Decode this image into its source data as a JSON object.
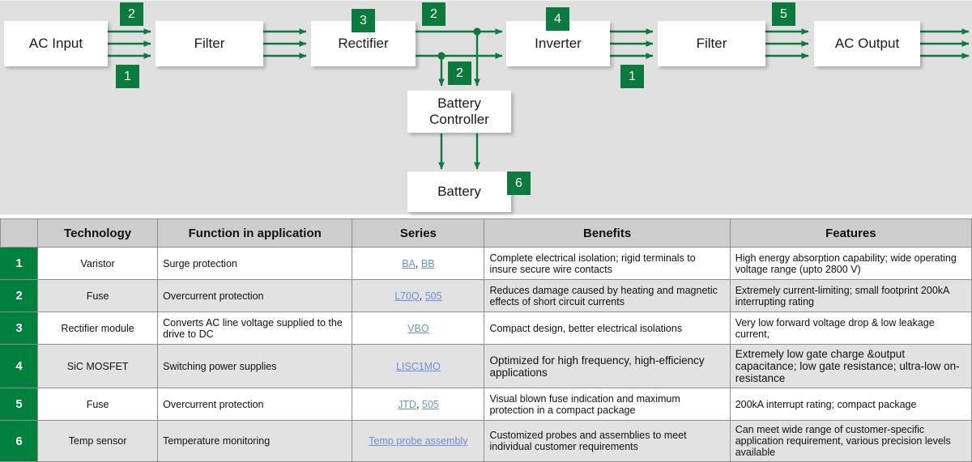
{
  "diagram": {
    "type": "block-flow",
    "background_color": "#e0e0e0",
    "accent_color": "#0d7a3d",
    "nodes": [
      {
        "id": "ac-input",
        "label": "AC Input"
      },
      {
        "id": "filter-in",
        "label": "Filter"
      },
      {
        "id": "rectifier",
        "label": "Rectifier"
      },
      {
        "id": "inverter",
        "label": "Inverter"
      },
      {
        "id": "filter-out",
        "label": "Filter"
      },
      {
        "id": "ac-output",
        "label": "AC Output"
      },
      {
        "id": "battery-controller",
        "label": "Battery\nController"
      },
      {
        "id": "battery",
        "label": "Battery"
      }
    ],
    "node_labels": {
      "ac_input": "AC Input",
      "filter_in": "Filter",
      "rectifier": "Rectifier",
      "inverter": "Inverter",
      "filter_out": "Filter",
      "ac_output": "AC Output",
      "battery_controller_line1": "Battery",
      "battery_controller_line2": "Controller",
      "battery": "Battery"
    },
    "badges": [
      {
        "id": "badge-a",
        "number": "2",
        "attached_to": "ac-input-to-filter-top"
      },
      {
        "id": "badge-b",
        "number": "1",
        "attached_to": "ac-input-to-filter-bottom"
      },
      {
        "id": "badge-c",
        "number": "3",
        "attached_to": "rectifier"
      },
      {
        "id": "badge-d",
        "number": "2",
        "attached_to": "rectifier-to-inverter"
      },
      {
        "id": "badge-e",
        "number": "2",
        "attached_to": "battery-controller-feed"
      },
      {
        "id": "badge-f",
        "number": "4",
        "attached_to": "inverter"
      },
      {
        "id": "badge-g",
        "number": "1",
        "attached_to": "inverter-to-filter"
      },
      {
        "id": "badge-h",
        "number": "5",
        "attached_to": "filter-out-to-ac-output"
      },
      {
        "id": "badge-i",
        "number": "6",
        "attached_to": "battery"
      }
    ]
  },
  "table": {
    "columns": [
      "",
      "Technology",
      "Function in application",
      "Series",
      "Benefits",
      "Features"
    ],
    "rows": [
      {
        "index": "1",
        "technology": "Varistor",
        "function": "Surge protection",
        "series_links": [
          "BA",
          "BB"
        ],
        "series_text": "BA, BB",
        "benefits": "Complete electrical isolation; rigid terminals to insure secure wire contacts",
        "features": "High energy absorption capability; wide operating voltage range (upto 2800 V)"
      },
      {
        "index": "2",
        "technology": "Fuse",
        "function": "Overcurrent protection",
        "series_links": [
          "L70Q",
          "505"
        ],
        "series_text": "L70Q, 505",
        "benefits": "Reduces damage caused by heating and magnetic effects of short circuit currents",
        "features": "Extremely current-limiting; small footprint 200kA interrupting rating"
      },
      {
        "index": "3",
        "technology": "Rectifier module",
        "function": "Converts AC line voltage supplied to the drive to DC",
        "series_links": [
          "VBO"
        ],
        "series_text": "VBO",
        "benefits": "Compact design, better electrical isolations",
        "features": "Very low forward voltage drop & low leakage current,"
      },
      {
        "index": "4",
        "technology": "SiC MOSFET",
        "function": "Switching power supplies",
        "series_links": [
          "LISC1MO"
        ],
        "series_text": "LISC1MO",
        "benefits": "Optimized for high frequency, high-efficiency applications",
        "features": "Extremely low gate charge &output capacitance; low gate resistance; ultra-low on-resistance"
      },
      {
        "index": "5",
        "technology": "Fuse",
        "function": "Overcurrent protection",
        "series_links": [
          "JTD",
          "505"
        ],
        "series_text": "JTD, 505",
        "benefits": "Visual blown fuse indication and maximum protection in a compact package",
        "features": "200kA  interrupt rating; compact package"
      },
      {
        "index": "6",
        "technology": "Temp sensor",
        "function": "Temperature monitoring",
        "series_links": [
          "Temp probe assembly"
        ],
        "series_text": "Temp probe assembly",
        "benefits": "Customized probes and assemblies to meet individual customer requirements",
        "features": "Can meet wide range of customer-specific application requirement, various precision levels available"
      }
    ],
    "header_bg": "#cdcdcd",
    "index_bg": "#00803c",
    "link_color": "#6a8fd8",
    "alt_row_bg": "#e2e2e2"
  }
}
